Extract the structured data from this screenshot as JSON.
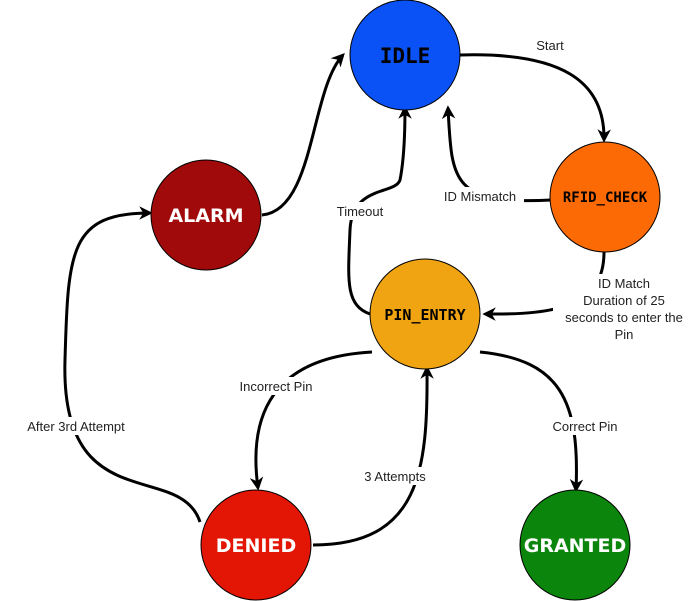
{
  "states": {
    "idle": {
      "label": "IDLE",
      "fill": "#0a52f5",
      "text_color": "#000000"
    },
    "rfid_check": {
      "label": "RFID_CHECK",
      "fill": "#fb6a04",
      "text_color": "#000000"
    },
    "alarm": {
      "label": "ALARM",
      "fill": "#a10a0a",
      "text_color": "#ffffff"
    },
    "pin_entry": {
      "label": "PIN_ENTRY",
      "fill": "#f0a412",
      "text_color": "#000000"
    },
    "denied": {
      "label": "DENIED",
      "fill": "#e31505",
      "text_color": "#ffffff"
    },
    "granted": {
      "label": "GRANTED",
      "fill": "#0b850b",
      "text_color": "#ffffff"
    }
  },
  "transitions": {
    "start": {
      "label": "Start"
    },
    "id_mismatch": {
      "label": "ID Mismatch"
    },
    "id_match": {
      "lines": [
        "ID Match",
        "Duration of 25",
        "seconds to enter the",
        "Pin"
      ]
    },
    "timeout": {
      "label": "Timeout"
    },
    "incorrect_pin": {
      "label": "Incorrect Pin"
    },
    "correct_pin": {
      "label": "Correct Pin"
    },
    "three_attempts": {
      "label": "3 Attempts"
    },
    "after_3rd": {
      "label": "After 3rd Attempt"
    },
    "alarm_to_idle": {
      "label": ""
    }
  },
  "colors": {
    "edge": "#000000",
    "edge_label": "#222222",
    "background": "#ffffff"
  }
}
